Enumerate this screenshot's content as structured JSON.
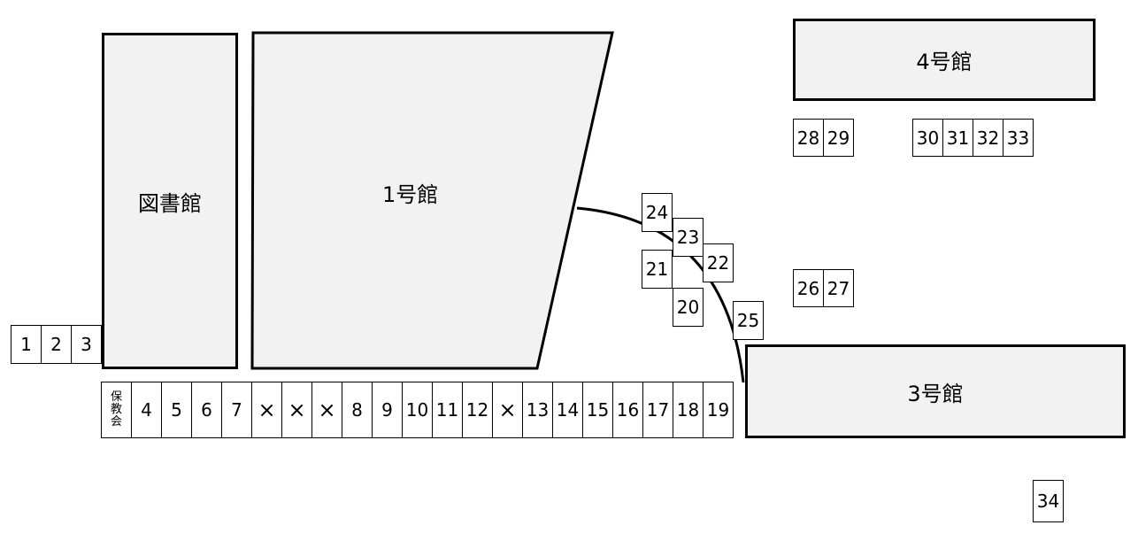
{
  "buildings": {
    "library": "図書館",
    "hall1": "1号館",
    "hall3": "3号館",
    "hall4": "4号館"
  },
  "spaces": {
    "s1": "1",
    "s2": "2",
    "s3": "3",
    "hokenkai": "保\n教\n会",
    "s4": "4",
    "s5": "5",
    "s6": "6",
    "s7": "7",
    "x1": "×",
    "x2": "×",
    "x3": "×",
    "s8": "8",
    "s9": "9",
    "s10": "10",
    "s11": "11",
    "s12": "12",
    "x4": "×",
    "s13": "13",
    "s14": "14",
    "s15": "15",
    "s16": "16",
    "s17": "17",
    "s18": "18",
    "s19": "19",
    "s20": "20",
    "s21": "21",
    "s22": "22",
    "s23": "23",
    "s24": "24",
    "s25": "25",
    "s26": "26",
    "s27": "27",
    "s28": "28",
    "s29": "29",
    "s30": "30",
    "s31": "31",
    "s32": "32",
    "s33": "33",
    "s34": "34"
  }
}
